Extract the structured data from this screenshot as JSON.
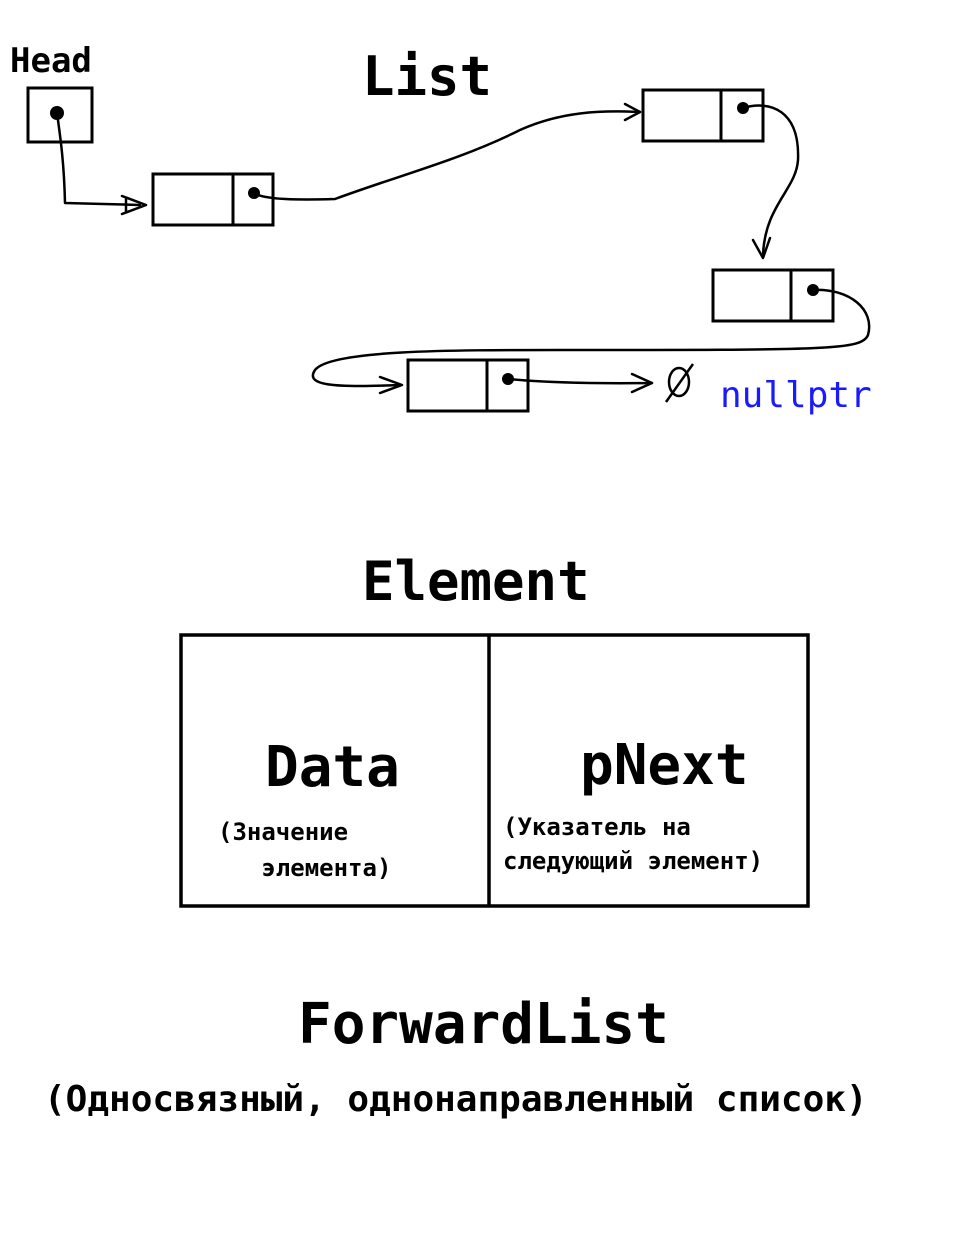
{
  "colors": {
    "ink": "#000000",
    "nullptr": "#1a1aff",
    "background": "#ffffff"
  },
  "list": {
    "title": "List",
    "head_label": "Head",
    "null_symbol": "Ø",
    "null_label": "nullptr"
  },
  "element": {
    "title": "Element",
    "data_field": {
      "title": "Data",
      "description": "(Значение\n   элемента)"
    },
    "pnext_field": {
      "title": "pNext",
      "description": "(Указатель на\nследующий элемент)"
    }
  },
  "forward_list": {
    "title": "ForwardList",
    "subtitle": "(Односвязный, однонаправленный список)"
  }
}
